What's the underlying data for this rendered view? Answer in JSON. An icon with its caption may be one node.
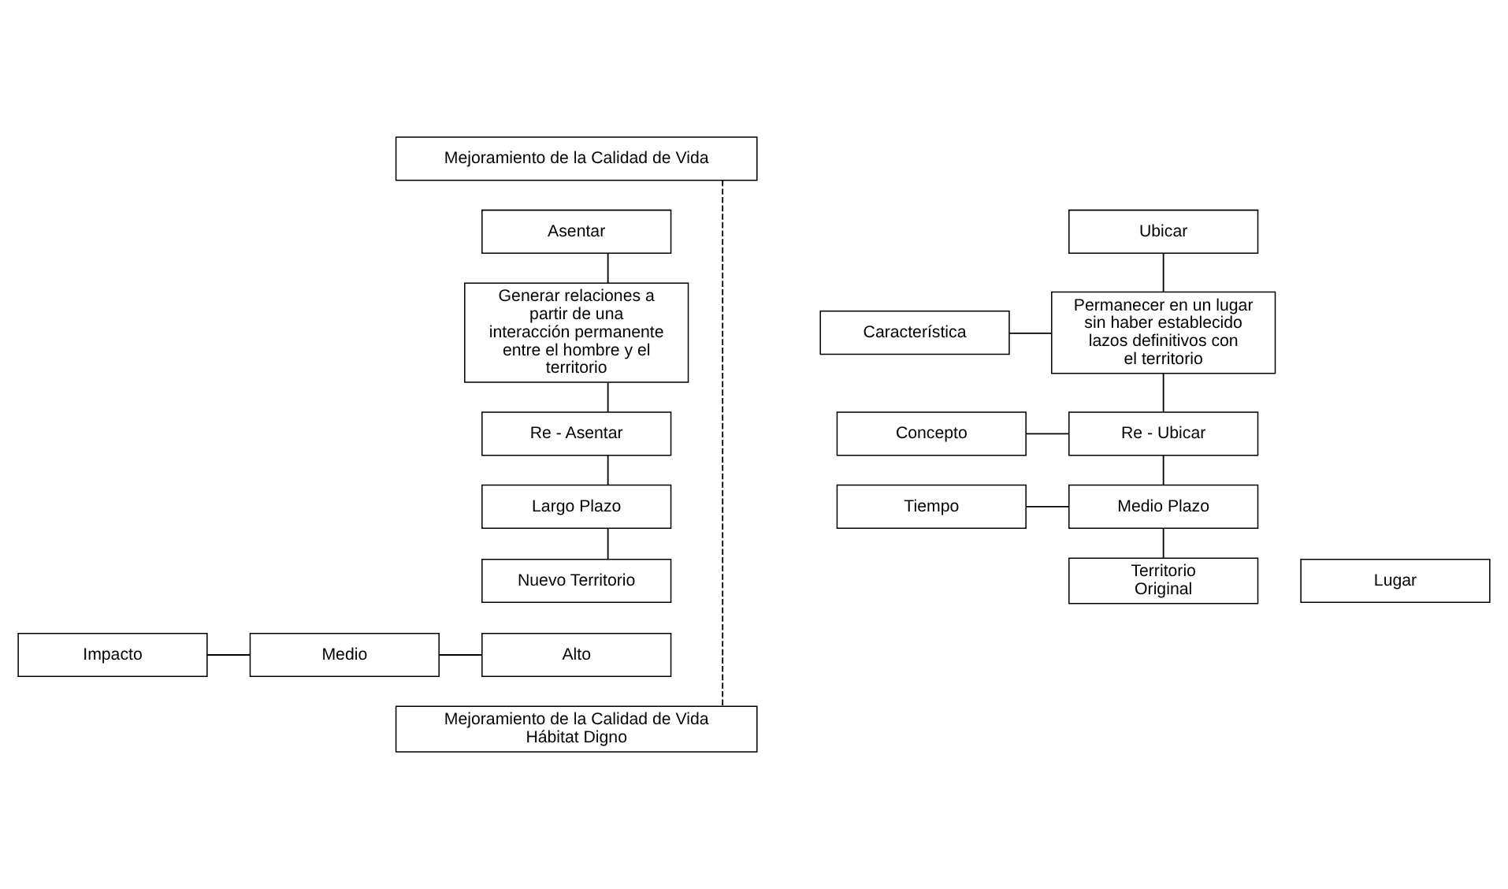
{
  "diagram": {
    "nodes": [
      {
        "text": [
          "Mejoramiento de la Calidad de Vida"
        ]
      },
      {
        "text": [
          "Ubicar"
        ]
      },
      {
        "text": [
          "Asentar"
        ]
      },
      {
        "text": [
          "Característica"
        ]
      },
      {
        "text": [
          "Permanecer en un lugar sin haber establecido lazos definitivos con el territorio"
        ]
      },
      {
        "text": [
          "Generar relaciones a partir de una interacción permanente entre el hombre y el territorio"
        ]
      },
      {
        "text": [
          "Concepto"
        ]
      },
      {
        "text": [
          "Re - Ubicar"
        ]
      },
      {
        "text": [
          "Re - Asentar"
        ]
      },
      {
        "text": [
          "Tiempo"
        ]
      },
      {
        "text": [
          "Medio Plazo"
        ]
      },
      {
        "text": [
          "Largo Plazo"
        ]
      },
      {
        "text": [
          "Lugar"
        ]
      },
      {
        "text": [
          "Territorio Original"
        ]
      },
      {
        "text": [
          "Nuevo Territorio"
        ]
      },
      {
        "text": [
          "Impacto"
        ]
      },
      {
        "text": [
          "Medio"
        ]
      },
      {
        "text": [
          "Alto"
        ]
      },
      {
        "text": [
          "Mejoramiento de la Calidad de Vida",
          "Hábitat Digno"
        ]
      }
    ],
    "edges": [
      {
        "from": 0,
        "to": 18,
        "arrow": "none",
        "style": "dashed"
      },
      {
        "from": 1,
        "to": 4,
        "arrow": "none"
      },
      {
        "from": 2,
        "to": 5,
        "arrow": "none"
      },
      {
        "from": 3,
        "to": 4,
        "arrow": "none"
      },
      {
        "from": 4,
        "to": 7,
        "arrow": "none"
      },
      {
        "from": 5,
        "to": 8,
        "arrow": "none"
      },
      {
        "from": 6,
        "to": 7,
        "arrow": "none"
      },
      {
        "from": 7,
        "to": 10,
        "arrow": "none"
      },
      {
        "from": 8,
        "to": 11,
        "arrow": "none"
      },
      {
        "from": 9,
        "to": 10,
        "arrow": "none"
      },
      {
        "from": 10,
        "to": 13,
        "arrow": "none"
      },
      {
        "from": 11,
        "to": 14,
        "arrow": "none"
      },
      {
        "from": 15,
        "to": 16,
        "arrow": "none"
      },
      {
        "from": 16,
        "to": 17,
        "arrow": "none"
      }
    ]
  }
}
